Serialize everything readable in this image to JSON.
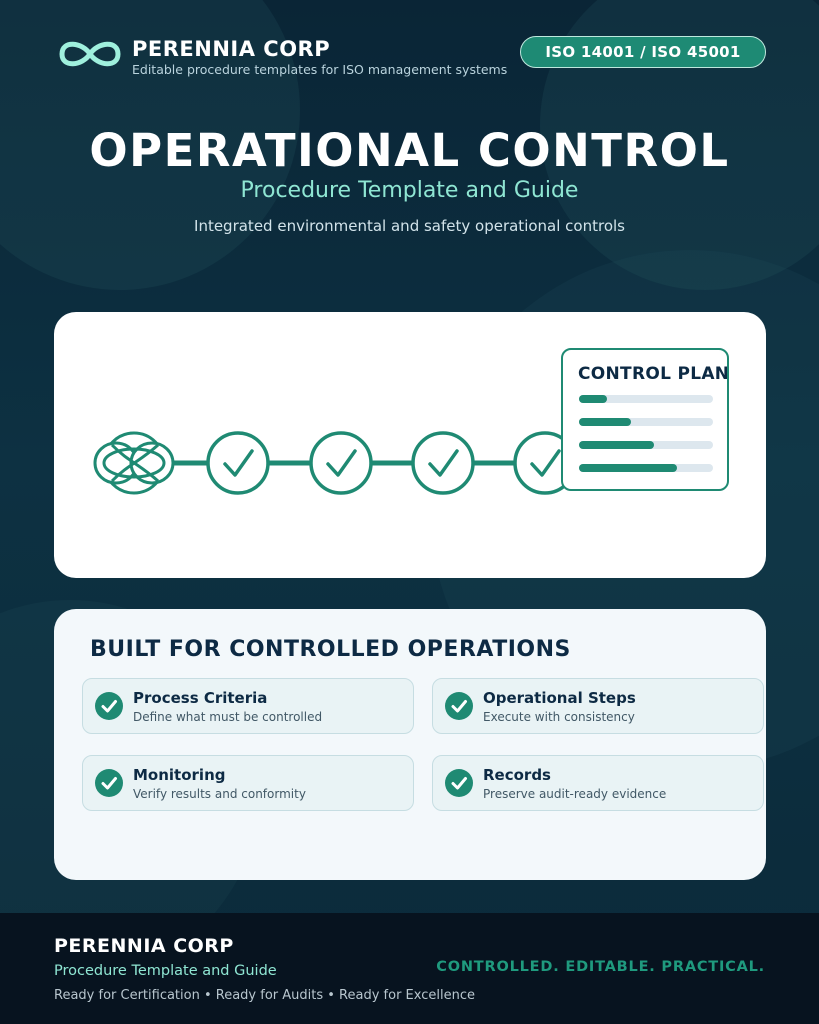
{
  "header": {
    "brand_name": "PERENNIA CORP",
    "tagline": "Editable procedure templates for ISO management systems",
    "iso_badge": "ISO 14001 / ISO 45001",
    "logo_icon": "infinity-icon"
  },
  "hero": {
    "title": "OPERATIONAL CONTROL",
    "subtitle": "Procedure Template and Guide",
    "description": "Integrated environmental and safety operational controls"
  },
  "process": {
    "steps": [
      {
        "icon": "process-knot-icon"
      },
      {
        "icon": "check-icon"
      },
      {
        "icon": "check-icon"
      },
      {
        "icon": "check-icon"
      },
      {
        "icon": "check-icon"
      }
    ],
    "plan": {
      "title": "CONTROL PLAN",
      "progress": [
        0.21,
        0.39,
        0.56,
        0.73
      ]
    }
  },
  "features": {
    "title": "BUILT FOR CONTROLLED OPERATIONS",
    "items": [
      {
        "title": "Process Criteria",
        "desc": "Define what must be controlled"
      },
      {
        "title": "Operational Steps",
        "desc": "Execute with consistency"
      },
      {
        "title": "Monitoring",
        "desc": "Verify results and conformity"
      },
      {
        "title": "Records",
        "desc": "Preserve audit-ready evidence"
      }
    ]
  },
  "footer": {
    "name": "PERENNIA CORP",
    "subtitle": "Procedure Template and Guide",
    "ready": "Ready for Certification • Ready for Audits • Ready for Excellence",
    "slogan": "CONTROLLED. EDITABLE. PRACTICAL."
  },
  "colors": {
    "accent": "#1f8a73",
    "mint": "#8fe6d3",
    "navy": "#0d2a44"
  }
}
